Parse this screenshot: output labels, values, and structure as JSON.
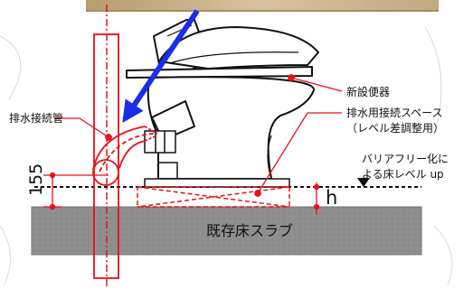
{
  "labels": {
    "drain_pipe": "排水接続管",
    "new_toilet": "新設便器",
    "drain_space_line1": "排水用接続スペース",
    "drain_space_line2": "（レベル差調整用）",
    "barrier_free_line1": "バリアフリー化に",
    "barrier_free_line2": "よる床レベル up",
    "dim_155": "155",
    "dim_h": "h",
    "existing_slab": "既存床スラブ"
  },
  "colors": {
    "red": "#e8111a",
    "blue_arrow": "#1a2ee8",
    "slab_fill": "#8f8f8f",
    "photo_tone": "#c9b48e",
    "line": "#111111"
  }
}
